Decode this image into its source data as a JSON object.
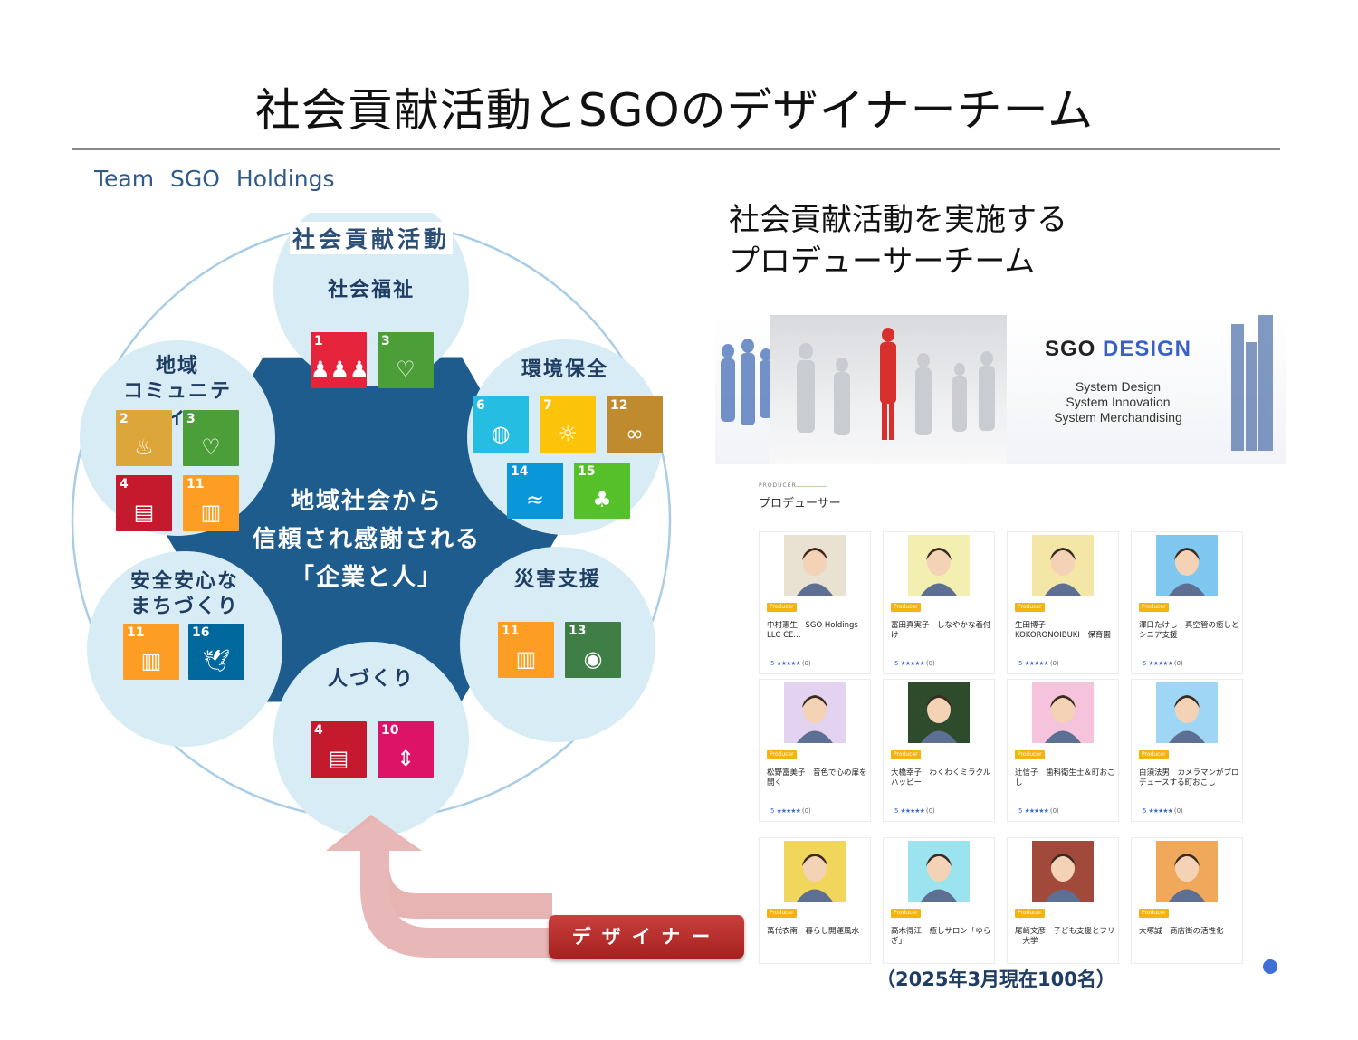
{
  "slide": {
    "title": "社会貢献活動とSGOのデザイナーチーム",
    "team_label": "Team  SGO  Holdings"
  },
  "diagram": {
    "arc_title": "社会貢献活動",
    "center_text": [
      "地域社会から",
      "信頼され感謝される",
      "「企業と人」"
    ],
    "circles": [
      {
        "title": "社会福祉",
        "goals": [
          1,
          3
        ]
      },
      {
        "title": "環境保全",
        "goals": [
          6,
          7,
          12,
          14,
          15
        ]
      },
      {
        "title": "災害支援",
        "goals": [
          11,
          13
        ]
      },
      {
        "title": "人づくり",
        "goals": [
          4,
          10
        ]
      },
      {
        "title": "安全安心なまちづくり",
        "title_lines": [
          "安全安心な",
          "まちづくり"
        ],
        "goals": [
          11,
          16
        ]
      },
      {
        "title": "地域コミュニティ",
        "title_lines": [
          "地域",
          "コミュニティ"
        ],
        "goals": [
          2,
          3,
          4,
          11
        ]
      }
    ],
    "designer_button": "デザイナー"
  },
  "sdg_colors": {
    "1": "#e5243b",
    "2": "#dda63a",
    "3": "#4c9f38",
    "4": "#c5192d",
    "6": "#26bde2",
    "7": "#fcc30b",
    "10": "#dd1367",
    "11": "#fd9d24",
    "12": "#bf8b2e",
    "13": "#3f7e44",
    "14": "#0a97d9",
    "15": "#56c02b",
    "16": "#00689d"
  },
  "right": {
    "heading_line1": "社会貢献活動を実施する",
    "heading_line2": "プロデューサーチーム",
    "banner": {
      "logo_prefix": "SGO ",
      "logo_word": "DESIGN",
      "tagline1": "System Design",
      "tagline2": "System Innovation",
      "tagline3": "System Merchandising"
    },
    "section_small": "PRODUCER",
    "section_title": "プロデューサー",
    "badge_label": "Producer",
    "footnote": "（2025年3月現在100名）"
  },
  "producers": [
    {
      "name": "中村憲生　SGO Holdings LLC CE...",
      "rating": "5",
      "stars": "★★★★★",
      "count": "(0)"
    },
    {
      "name": "富田真実子　しなやかな着付け",
      "rating": "5",
      "stars": "★★★★★",
      "count": "(0)"
    },
    {
      "name": "生田博子　KOKORONOIBUKI　保育園",
      "rating": "5",
      "stars": "★★★★★",
      "count": "(0)"
    },
    {
      "name": "澤口たけし　真空管の癒しとシニア支援",
      "rating": "5",
      "stars": "★★★★★",
      "count": "(0)"
    },
    {
      "name": "松野富美子　音色で心の扉を開く",
      "rating": "5",
      "stars": "★★★★★",
      "count": "(0)"
    },
    {
      "name": "大橋幸子　わくわくミラクルハッピー",
      "rating": "5",
      "stars": "★★★★★",
      "count": "(0)"
    },
    {
      "name": "辻信子　歯科衛生士＆町おこし",
      "rating": "5",
      "stars": "★★★★★",
      "count": "(0)"
    },
    {
      "name": "白須法男　カメラマンがプロデュースする町おこし",
      "rating": "5",
      "stars": "★★★★★",
      "count": "(0)"
    },
    {
      "name": "萬代衣南　暮らし開運風水",
      "rating": "",
      "stars": "",
      "count": ""
    },
    {
      "name": "高木得江　癒しサロン「ゆらぎ」",
      "rating": "",
      "stars": "",
      "count": ""
    },
    {
      "name": "尾崎文彦　子ども支援とフリー大学",
      "rating": "",
      "stars": "",
      "count": ""
    },
    {
      "name": "大塚誠　商店街の活性化",
      "rating": "",
      "stars": "",
      "count": ""
    }
  ]
}
